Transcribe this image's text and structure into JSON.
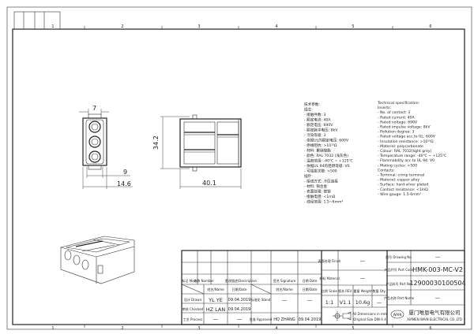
{
  "frame": {
    "columns": [
      "1",
      "2",
      "3",
      "4",
      "5",
      "6"
    ]
  },
  "dimensions": {
    "width_top": "7",
    "height": "34.2",
    "width_inner": "9",
    "width_outer": "14.6",
    "length": "40.1"
  },
  "spec_cn": [
    "技术参数:",
    "插芯:",
    "- 接触件数: 3",
    "- 额定电流: 40A",
    "- 额定电压: 690V",
    "- 额定脉冲电压: 8kV",
    "- 污染等级: 3",
    "- 依据UL的额定电压: 600V",
    "- 绝缘阻抗: >10¹⁰Ω",
    "- 材料: 聚碳酸酯",
    "- 颜色: RAL 7032 (浅灰色)",
    "- 温度范围: -40℃ ~ +125℃",
    "- 依据UL 94的阻燃等级: V0",
    "- 可插拔次数: >500",
    "插针:",
    "- 接线方式: 冷压连接",
    "- 材料: 铜合金",
    "- 表面处理: 镀银",
    "- 接触电阻: <1mΩ",
    "- 线径范围: 1.5~6mm²"
  ],
  "spec_en": [
    "Technical specification:",
    "Inserts:",
    "- No. of contact: 3",
    "- Rated current: 40A",
    "- Rated voltage: 690V",
    "- Rated impulse voltage: 8kV",
    "- Pollution degree: 3",
    "- Rated voltage acc.to UL: 600V",
    "- Insulation resistance: >10¹⁰Ω",
    "- Materiel: polycarbonate",
    "- Colour: RAL 7032(light grey)",
    "- Temperature range: -40℃ ~ +125℃",
    "- Flammability acc.to UL 94: V0",
    "- Mating cycles: >500",
    "Contacts:",
    "- Terminal: crimp terminal",
    "- Materiel: copper alloy",
    "- Surface: hard-silver plated",
    "- Contact resistance: <1mΩ",
    "- Wire gauge: 1.5-6mm²"
  ],
  "title_block": {
    "mark": "标记 Mark",
    "number": "处数 Number",
    "description": "更改描述/Description",
    "signature": "签名 Signature",
    "date": "日期 Date",
    "name_hdr": "姓名/Name",
    "date_hdr": "日期/Date",
    "drawn_label": "设计 Drawn",
    "drawn_name": "YL YE",
    "drawn_date": "09.04.2019",
    "stand_label": "标准化 Stand",
    "stand_name": "—",
    "stand_date": "—",
    "checked_label": "审核 Checked",
    "checked_name": "HZ LAN",
    "checked_date": "09.04.2019",
    "process_label": "工艺 Process",
    "process_name": "—",
    "process_date": "—",
    "approved_label": "批准 Approved",
    "approved_name": "HQ ZHANG",
    "approved_date": "09.04.2019",
    "finish_label": "表面处理 Finish",
    "finish_value": "—",
    "material_label": "材料 Material",
    "material_value": "—",
    "scale_label": "比例 Scale",
    "rev_label": "版本 REV.",
    "weight_label": "重量 Weight",
    "qty_label": "数量 Qty.",
    "scale": "1:1",
    "rev": "V1.1",
    "weight": "10.6g",
    "qty": "—",
    "units_note_1": "All Dimensions in mm",
    "units_note_2": "Original Size DIN A 4",
    "drawing_no_label": "图号 Drawing No.",
    "drawing_no": "—",
    "part_code_label": "产品代号 Part Code",
    "part_code": "HMK-003-MC-V2",
    "part_no_label": "产品料号 Part No.",
    "part_no": "12900030100504",
    "part_name_label": "产品名称 Part Name",
    "part_name": "—",
    "company_cn": "厦门唯恩电气有限公司",
    "company_en": "XIAMEN WAIN ELECTRICAL CO.,LTD",
    "logo": "WAIN"
  }
}
